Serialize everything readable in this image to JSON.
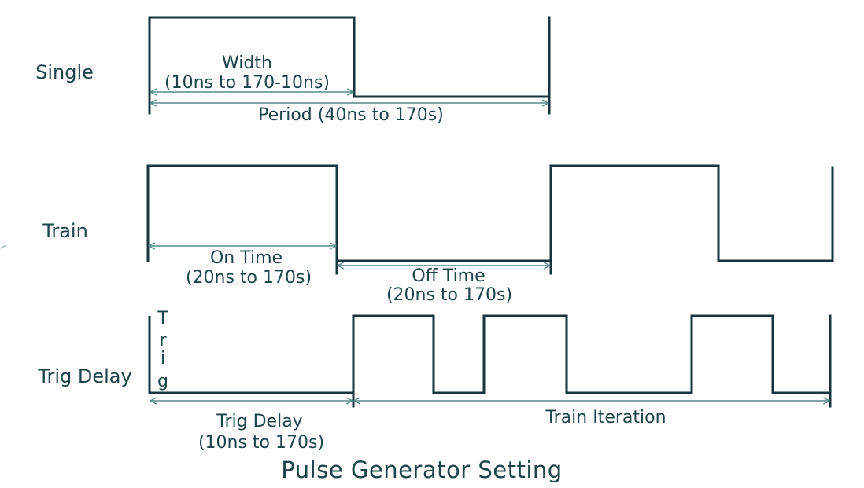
{
  "title": "Pulse Generator Setting",
  "colors": {
    "waveform_line": "#16363b",
    "dimension_arrow": "#548b8b",
    "text": "#1c4347",
    "background": "#ffffff"
  },
  "rows": {
    "single": {
      "label": "Single",
      "width_label": "Width",
      "width_range": "(10ns to 170-10ns)",
      "period_label": "Period (40ns to 170s)"
    },
    "train": {
      "label": "Train",
      "on_time_label": "On Time",
      "on_time_range": "(20ns to 170s)",
      "off_time_label": "Off Time",
      "off_time_range": "(20ns to 170s)"
    },
    "trig_delay": {
      "label": "Trig Delay",
      "trig_marker": [
        "T",
        "r",
        "i",
        "g"
      ],
      "delay_label": "Trig Delay",
      "delay_range": "(10ns to 170s)",
      "iteration_label": "Train Iteration"
    }
  }
}
